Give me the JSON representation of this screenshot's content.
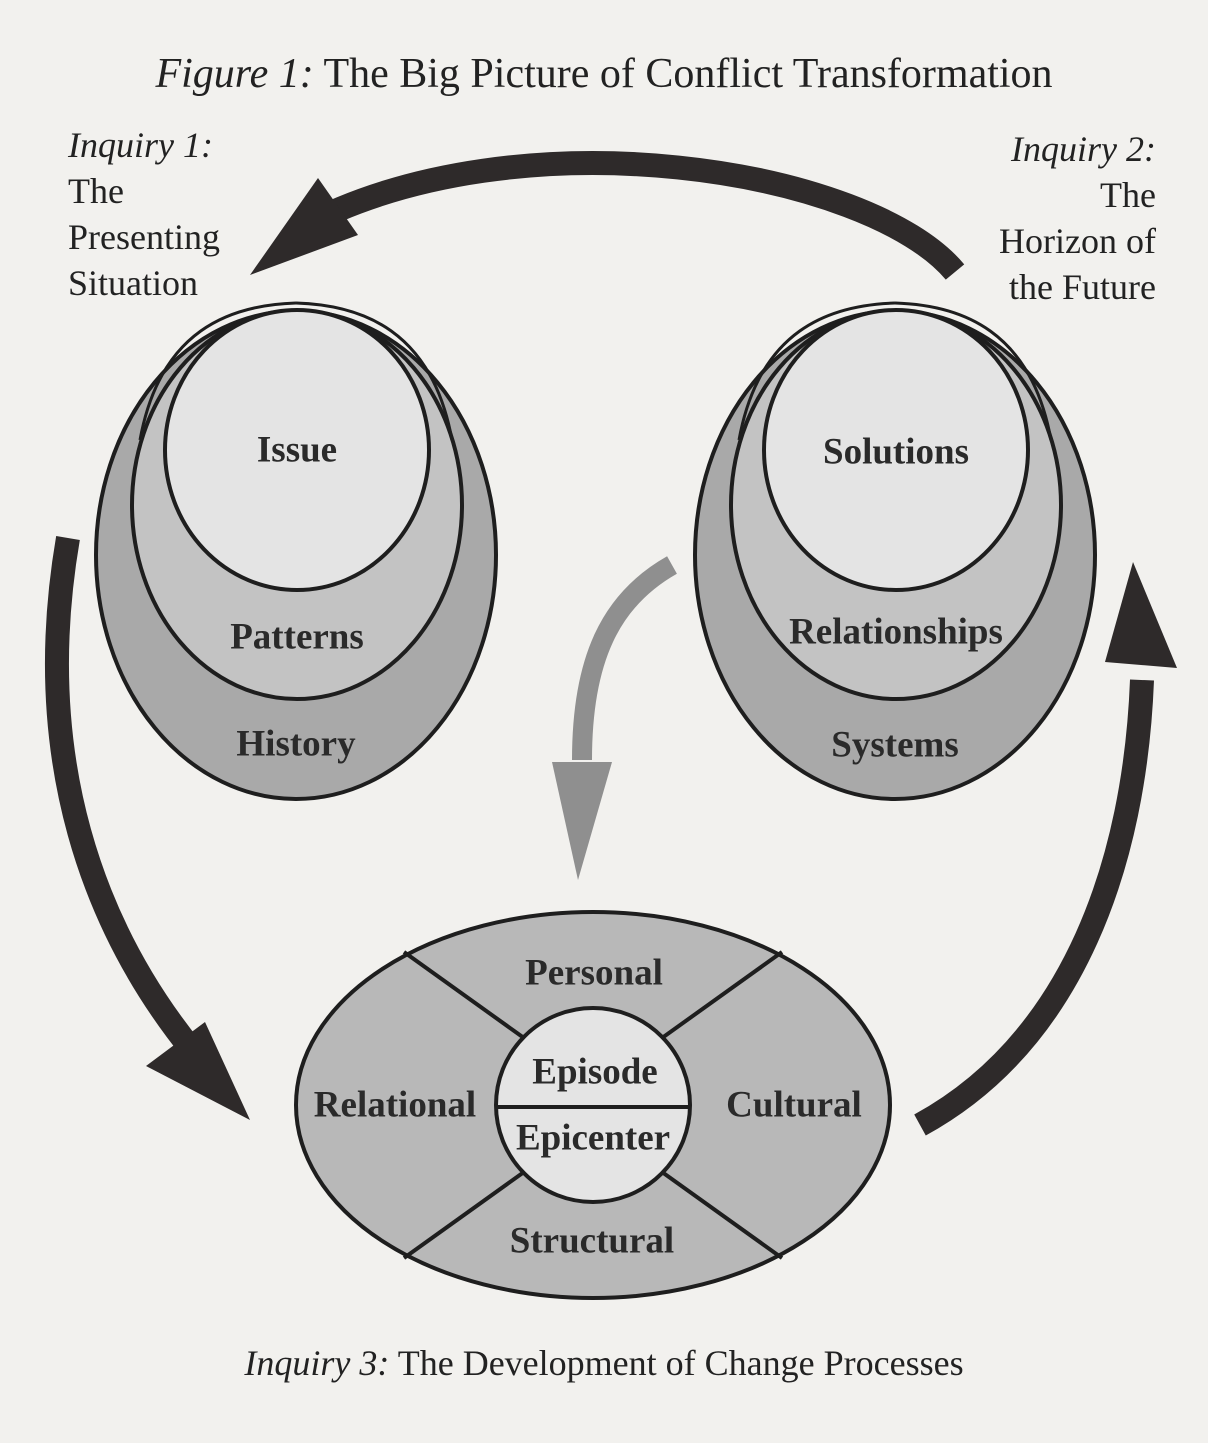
{
  "figure": {
    "title_prefix": "Figure 1:",
    "title_text": "The Big Picture of Conflict Transformation"
  },
  "inquiry1": {
    "label": "Inquiry 1:",
    "lines": [
      "The",
      "Presenting",
      "Situation"
    ]
  },
  "inquiry2": {
    "label": "Inquiry 2:",
    "lines": [
      "The",
      "Horizon of",
      "the Future"
    ]
  },
  "inquiry3": {
    "label": "Inquiry 3:",
    "text": "The Development of Change Processes"
  },
  "left_ellipse": {
    "inner": "Issue",
    "middle": "Patterns",
    "outer": "History"
  },
  "right_ellipse": {
    "inner": "Solutions",
    "middle": "Relationships",
    "outer": "Systems"
  },
  "bottom_ellipse": {
    "top": "Personal",
    "left": "Relational",
    "right": "Cultural",
    "bottom": "Structural",
    "center_top": "Episode",
    "center_bottom": "Epicenter"
  },
  "colors": {
    "background": "#f2f1ee",
    "outer_fill": "#a9a9a9",
    "middle_fill": "#c3c3c3",
    "inner_fill": "#e4e4e4",
    "arrow_dark": "#2e2a2a",
    "arrow_gray": "#8f8f8f",
    "stroke": "#1e1e1e"
  }
}
